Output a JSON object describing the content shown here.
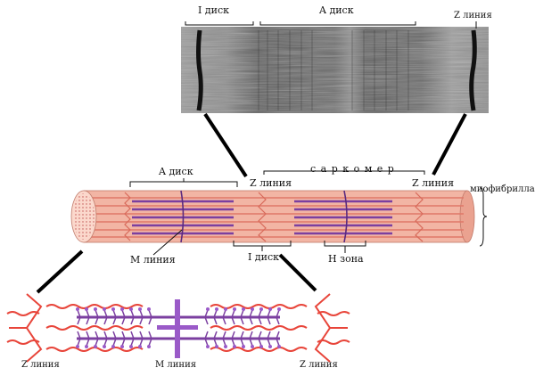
{
  "micrograph": {
    "i_band": "I диск",
    "a_band": "A диск",
    "z_line": "Z линия"
  },
  "myofibril": {
    "a_band": "A диск",
    "z_line_left": "Z линия",
    "z_line_right": "Z линия",
    "sarcomere": "с а р к о м е р",
    "myofibril_label": "миофибрилла",
    "m_line": "M линия",
    "i_band": "I диск",
    "h_zone": "H зона"
  },
  "filaments": {
    "z_line_left": "Z линия",
    "m_line": "M линия",
    "z_line_right": "Z линия"
  },
  "colors": {
    "myofibril_body": "#f2b5a4",
    "thin_filament": "#e88070",
    "thick_filament": "#7b3fa0",
    "m_line": "#9a5ac8",
    "actin_red": "#e8453a"
  }
}
